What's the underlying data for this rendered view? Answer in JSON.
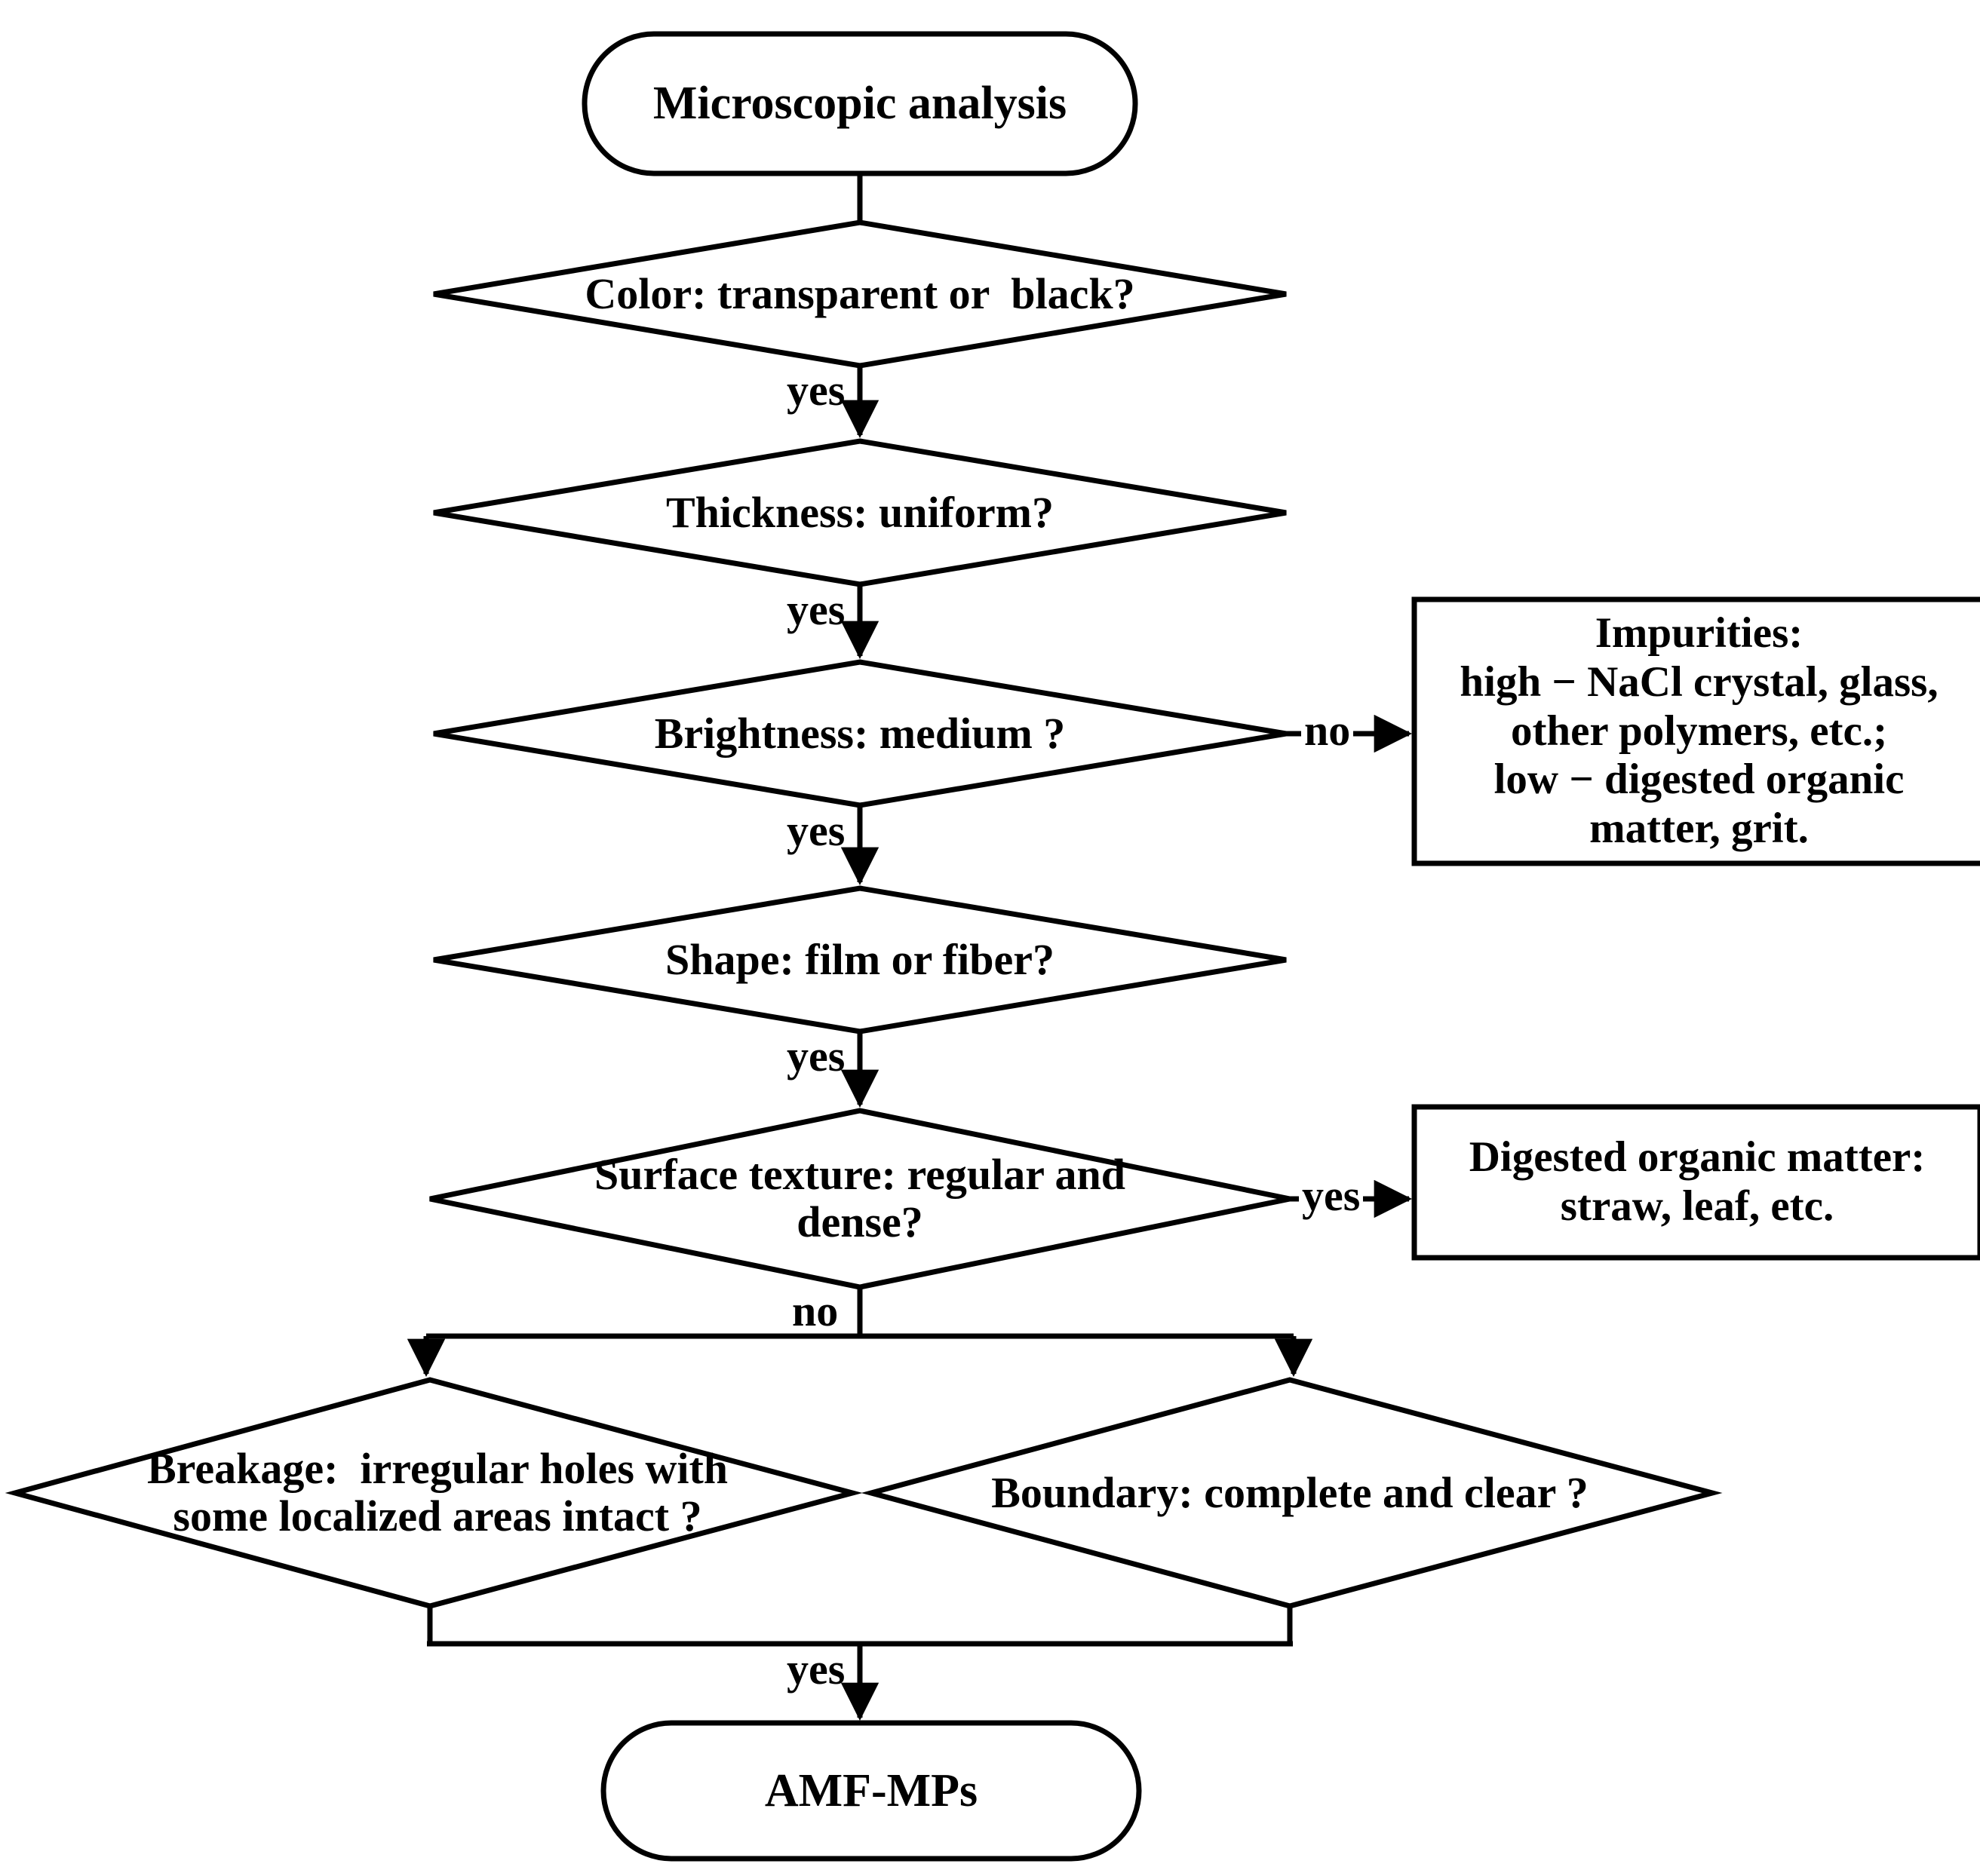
{
  "diagram": {
    "title": "Microscopic analysis decision flowchart for AMF-MPs identification",
    "stroke_color": "#000000",
    "fill_color": "#ffffff",
    "background": "#ffffff"
  },
  "nodes": {
    "start": {
      "label": "Microscopic analysis",
      "shape": "stadium"
    },
    "color": {
      "label": "Color: transparent or  black?",
      "shape": "diamond"
    },
    "thickness": {
      "label": "Thickness: uniform?",
      "shape": "diamond"
    },
    "brightness": {
      "label": "Brightness: medium ?",
      "shape": "diamond"
    },
    "shape": {
      "label": "Shape: film or fiber?",
      "shape": "diamond"
    },
    "texture": {
      "label": "Surface texture: regular and\ndense?",
      "shape": "diamond"
    },
    "breakage": {
      "label": "Breakage:  irregular holes with\nsome localized areas intact ?",
      "shape": "diamond"
    },
    "boundary": {
      "label": "Boundary: complete and clear ?",
      "shape": "diamond"
    },
    "impurities": {
      "label": "Impurities:\nhigh − NaCl crystal, glass,\nother polymers, etc.;\nlow − digested organic\nmatter, grit.",
      "shape": "rect"
    },
    "organic": {
      "label": "Digested organic matter:\nstraw, leaf, etc.",
      "shape": "rect"
    },
    "end": {
      "label": "AMF-MPs",
      "shape": "stadium"
    }
  },
  "edges": {
    "start_to_color": {
      "label": ""
    },
    "color_to_thickness": {
      "label": "yes"
    },
    "thickness_to_brightness": {
      "label": "yes"
    },
    "brightness_to_shape": {
      "label": "yes"
    },
    "brightness_to_impurities": {
      "label": "no"
    },
    "shape_to_texture": {
      "label": "yes"
    },
    "texture_to_organic": {
      "label": "yes"
    },
    "texture_to_split": {
      "label": "no"
    },
    "merge_to_end": {
      "label": "yes"
    }
  }
}
